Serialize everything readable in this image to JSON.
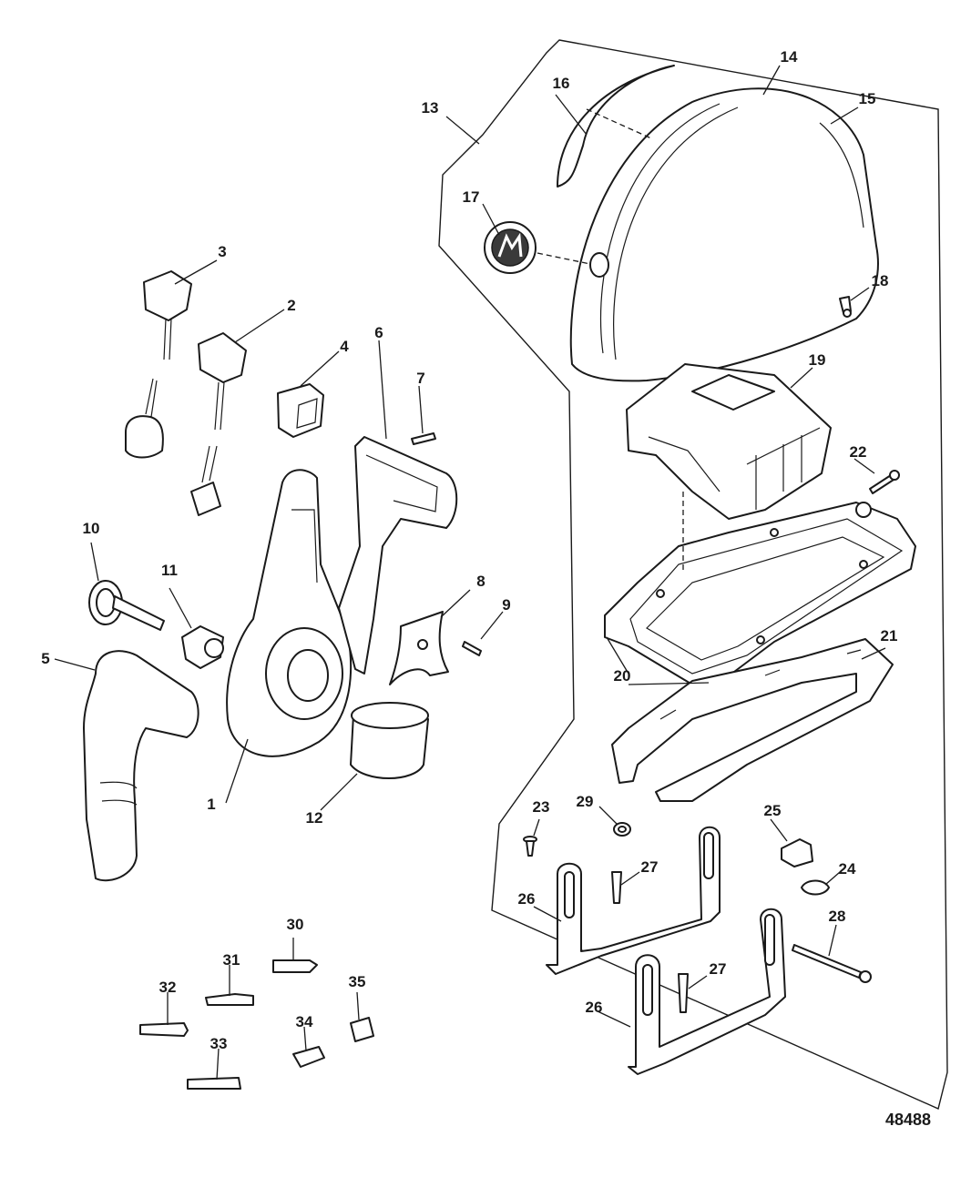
{
  "drawing_number": "48488",
  "callouts": [
    {
      "id": "1",
      "label": "1"
    },
    {
      "id": "2",
      "label": "2"
    },
    {
      "id": "3",
      "label": "3"
    },
    {
      "id": "4",
      "label": "4"
    },
    {
      "id": "5",
      "label": "5"
    },
    {
      "id": "6",
      "label": "6"
    },
    {
      "id": "7",
      "label": "7"
    },
    {
      "id": "8",
      "label": "8"
    },
    {
      "id": "9",
      "label": "9"
    },
    {
      "id": "10",
      "label": "10"
    },
    {
      "id": "11",
      "label": "11"
    },
    {
      "id": "12",
      "label": "12"
    },
    {
      "id": "13",
      "label": "13"
    },
    {
      "id": "14",
      "label": "14"
    },
    {
      "id": "15",
      "label": "15"
    },
    {
      "id": "16",
      "label": "16"
    },
    {
      "id": "17",
      "label": "17"
    },
    {
      "id": "18",
      "label": "18"
    },
    {
      "id": "19",
      "label": "19"
    },
    {
      "id": "20",
      "label": "20"
    },
    {
      "id": "21",
      "label": "21"
    },
    {
      "id": "22",
      "label": "22"
    },
    {
      "id": "23",
      "label": "23"
    },
    {
      "id": "24",
      "label": "24"
    },
    {
      "id": "25",
      "label": "25"
    },
    {
      "id": "26a",
      "label": "26"
    },
    {
      "id": "26b",
      "label": "26"
    },
    {
      "id": "27a",
      "label": "27"
    },
    {
      "id": "27b",
      "label": "27"
    },
    {
      "id": "28",
      "label": "28"
    },
    {
      "id": "29",
      "label": "29"
    },
    {
      "id": "30",
      "label": "30"
    },
    {
      "id": "31",
      "label": "31"
    },
    {
      "id": "32",
      "label": "32"
    },
    {
      "id": "33",
      "label": "33"
    },
    {
      "id": "34",
      "label": "34"
    },
    {
      "id": "35",
      "label": "35"
    }
  ]
}
